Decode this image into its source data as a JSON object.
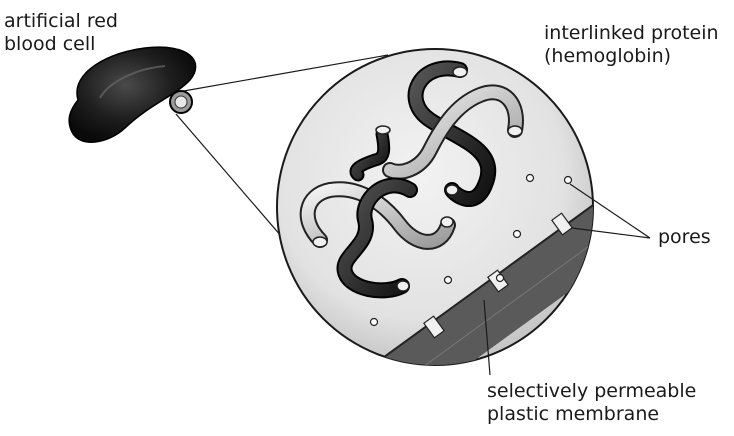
{
  "labels": {
    "cell": {
      "line1": "artificial red",
      "line2": "blood cell"
    },
    "protein": {
      "line1": "interlinked protein",
      "line2": "(hemoglobin)"
    },
    "pores": "pores",
    "membrane": {
      "line1": "selectively permeable",
      "line2": "plastic membrane"
    }
  },
  "colors": {
    "ink": "#1a1a1a",
    "cell_fill": "#1f1f1f",
    "circle_fill": "#e6e6e6",
    "membrane_band": "#4a4a4a",
    "dark_strand": "#2b2b2b",
    "light_strand": "#d8d8d8"
  },
  "icons": [
    "red-blood-cell-icon",
    "magnification-circle",
    "hemoglobin-strands",
    "pore-dots",
    "membrane-band"
  ]
}
